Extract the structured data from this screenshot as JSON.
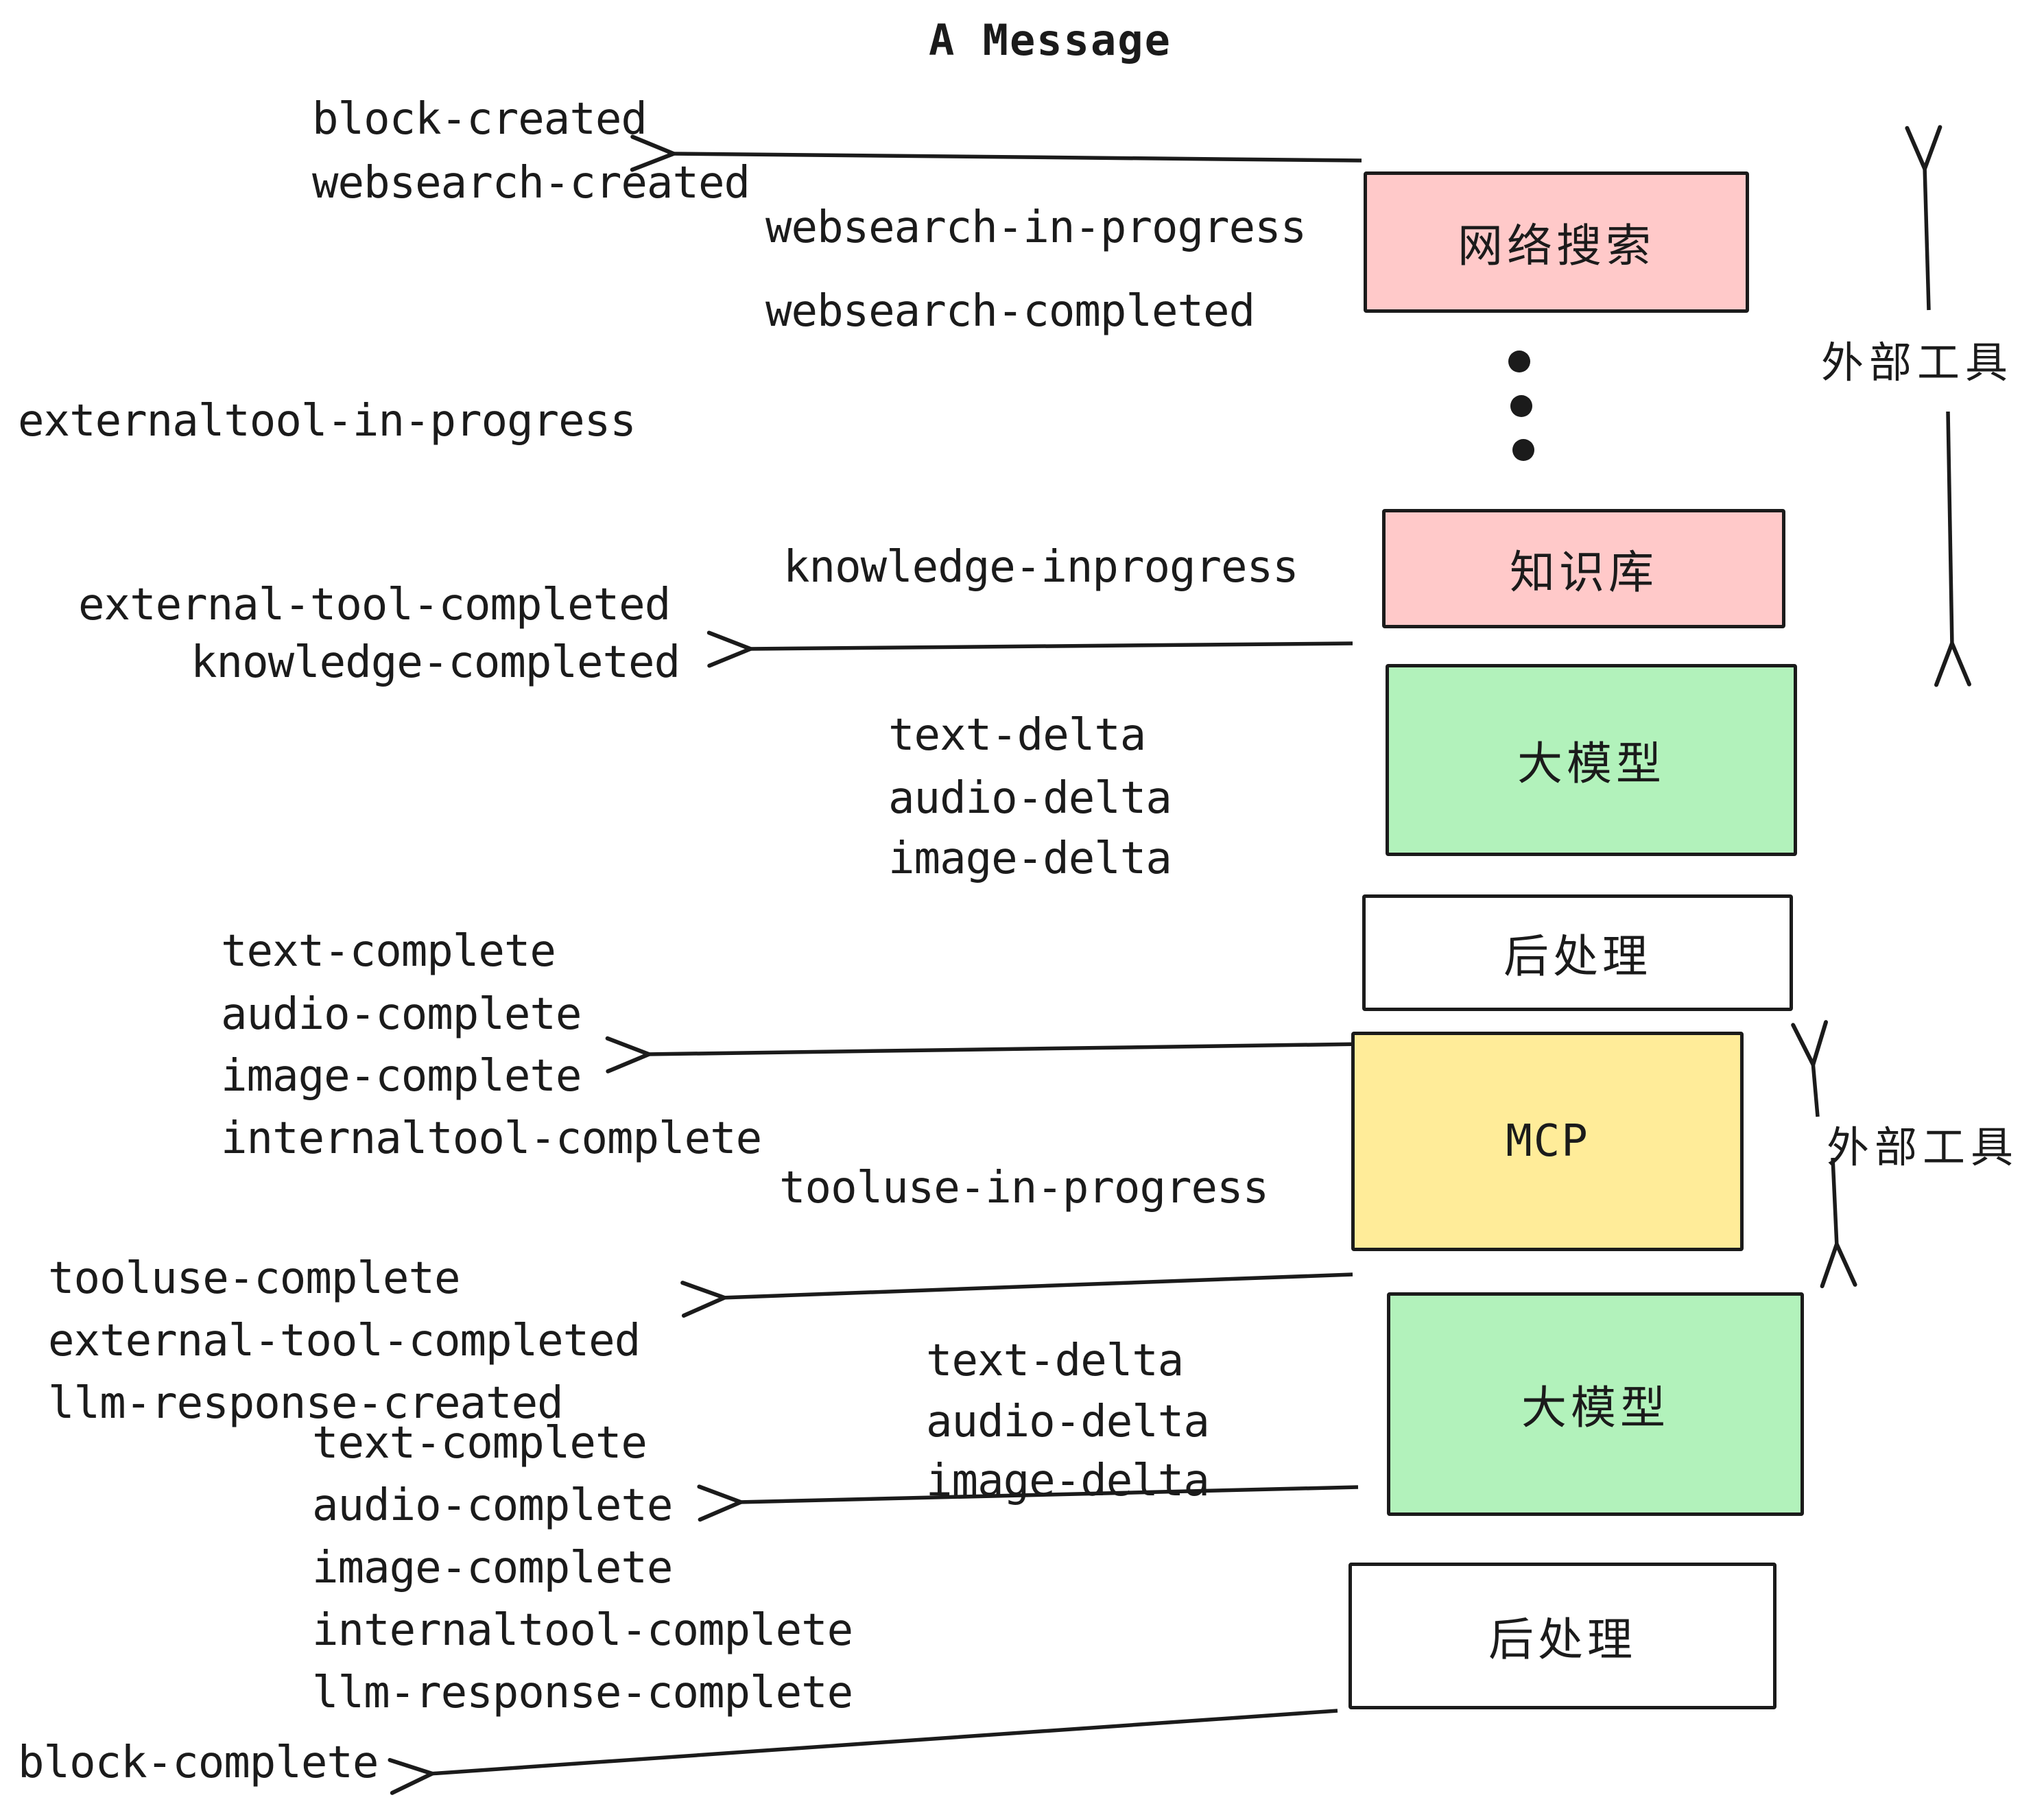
{
  "title": "A Message",
  "events": {
    "block_created": "block-created",
    "websearch_created": "websearch-created",
    "websearch_in_progress": "websearch-in-progress",
    "websearch_completed": "websearch-completed",
    "externaltool_in_progress": "externaltool-in-progress",
    "knowledge_inprogress": "knowledge-inprogress",
    "external_tool_completed": "external-tool-completed",
    "knowledge_completed": "knowledge-completed",
    "text_delta": "text-delta",
    "audio_delta": "audio-delta",
    "image_delta": "image-delta",
    "text_complete": "text-complete",
    "audio_complete": "audio-complete",
    "image_complete": "image-complete",
    "internaltool_complete": "internaltool-complete",
    "tooluse_in_progress": "tooluse-in-progress",
    "tooluse_complete": "tooluse-complete",
    "llm_response_created": "llm-response-created",
    "llm_response_complete": "llm-response-complete",
    "block_complete": "block-complete"
  },
  "boxes": [
    {
      "id": "websearch",
      "label": "网络搜索",
      "color": "#ffc9c9"
    },
    {
      "id": "knowledge-base",
      "label": "知识库",
      "color": "#ffc9c9"
    },
    {
      "id": "llm-top",
      "label": "大模型",
      "color": "#b2f2bb"
    },
    {
      "id": "postprocess-top",
      "label": "后处理",
      "color": "#ffffff"
    },
    {
      "id": "mcp",
      "label": "MCP",
      "color": "#ffec99"
    },
    {
      "id": "llm-bottom",
      "label": "大模型",
      "color": "#b2f2bb"
    },
    {
      "id": "postprocess-bottom",
      "label": "后处理",
      "color": "#ffffff"
    }
  ],
  "annotations": {
    "external_tools_top": "外部工具",
    "external_tools_mid": "外部工具"
  },
  "colors": {
    "stroke": "#1b1b1b",
    "pink": "#ffc9c9",
    "green": "#b2f2bb",
    "yellow": "#ffec99",
    "white": "#ffffff"
  }
}
